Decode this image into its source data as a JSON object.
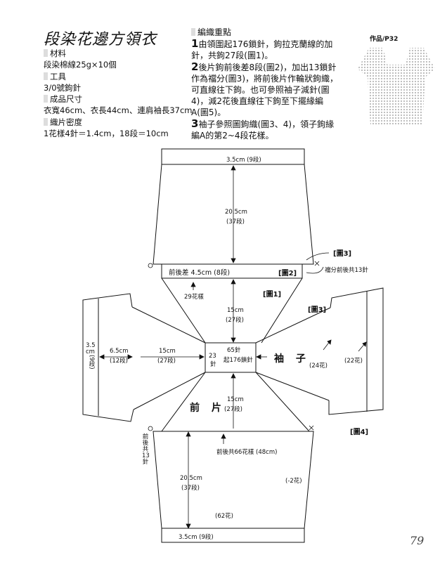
{
  "title": "段染花邊方領衣",
  "materials": {
    "yarn_head": "材料",
    "yarn": "段染棉線25g×10個",
    "tools_head": "工具",
    "tools": "3/0號鉤針",
    "size_head": "成品尺寸",
    "size": "衣寬46cm、衣長44cm、連肩袖長37cm",
    "gauge_head": "織片密度",
    "gauge": "1花樣4針＝1.4cm，18段＝10cm"
  },
  "instructions": {
    "heading": "編織重點",
    "steps": [
      {
        "num": "1",
        "text": "由領圍起176鎖針，鉤拉克蘭線的加針，共鉤27段(圖1)。"
      },
      {
        "num": "2",
        "text": "後片鉤前後差8段(圖2)，加出13鎖針作為襠分(圖3)，將前後片作輪狀鉤織，可直線往下鉤。也可參照袖子減針(圖4)，減2花後直線往下鉤至下擺緣編A(圖5)。"
      },
      {
        "num": "3",
        "text": "袖子參照圖鉤織(圖3、4)，領子鉤緣編A的第2~4段花樣。"
      }
    ]
  },
  "photo_label": "作品/P32",
  "diagram": {
    "back_top_band": "3.5cm (9段)",
    "back_length": "20.5cm",
    "back_length_rows": "(37段)",
    "front_back_diff": "前後差 4.5cm (8段)",
    "ref_fig2": "[圖2]",
    "ref_fig3_top": "[圖3]",
    "gusset_note": "襠分前後共13針",
    "ref_fig1": "[圖1]",
    "pattern_count_top": "29花樣",
    "yoke_depth": "15cm",
    "yoke_rows": "(27段)",
    "ref_fig3_right": "[圖3]",
    "sleeve_band_cm": "3.5",
    "sleeve_band_cm2": "cm",
    "sleeve_band_rows": "(9段)",
    "sleeve_left_cm": "6.5cm",
    "sleeve_left_rows": "(12段)",
    "sleeve_yoke_cm": "15cm",
    "sleeve_yoke_rows": "(27段)",
    "neck_stitches": "65針",
    "neck_chain": "起176鎖針",
    "side_stitches": "23",
    "side_stitches_unit": "針",
    "sleeve_label": "袖 子",
    "sleeve_pattern_24": "(24花)",
    "sleeve_pattern_22": "(22花)",
    "front_label": "前 片",
    "front_depth": "15cm",
    "front_rows": "(27段)",
    "ref_fig4": "[圖4]",
    "side_gusset_note": "前後共13針",
    "body_pattern_note": "前後共66花樣 (48cm)",
    "body_length": "20.5cm",
    "body_length_rows": "(37段)",
    "decrease_note": "(-2花)",
    "body_pattern_62": "(62花)",
    "hem_band": "3.5cm (9段)"
  },
  "page_number": "79"
}
